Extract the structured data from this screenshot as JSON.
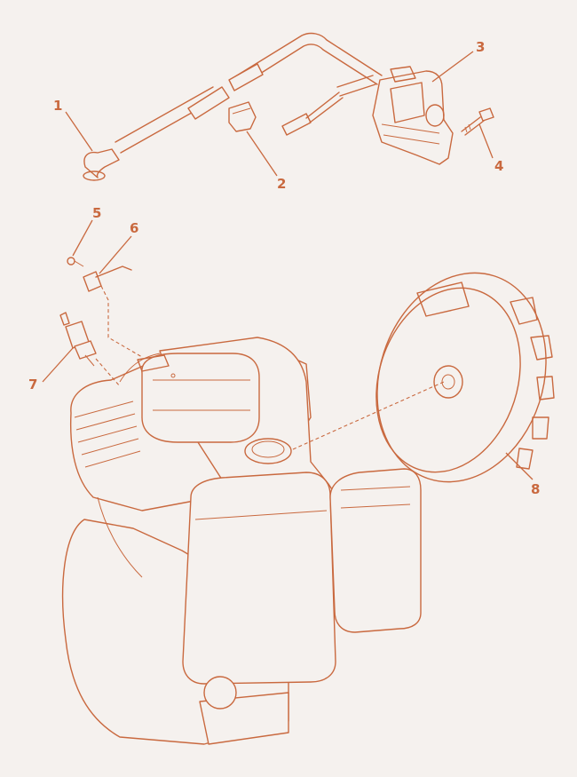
{
  "diagram": {
    "background": "#f5f1ee",
    "line_color": "#c9693f",
    "callouts": [
      {
        "id": "1",
        "label": "1"
      },
      {
        "id": "2",
        "label": "2"
      },
      {
        "id": "3",
        "label": "3"
      },
      {
        "id": "4",
        "label": "4"
      },
      {
        "id": "5",
        "label": "5"
      },
      {
        "id": "6",
        "label": "6"
      },
      {
        "id": "7",
        "label": "7"
      },
      {
        "id": "8",
        "label": "8"
      }
    ]
  }
}
